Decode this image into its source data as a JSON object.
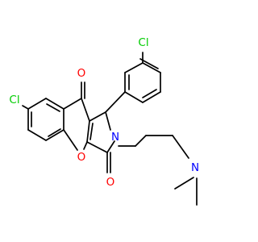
{
  "molecule": {
    "atom_labels": {
      "cl_top": "Cl",
      "cl_left": "Cl",
      "o_carbonyl_top": "O",
      "o_ring": "O",
      "o_carbonyl_right": "O",
      "n_ring": "N",
      "n_amine": "N"
    },
    "colors": {
      "bond": "#000000",
      "chlorine": "#00cc00",
      "oxygen": "#ff0000",
      "nitrogen": "#0000ff"
    }
  }
}
